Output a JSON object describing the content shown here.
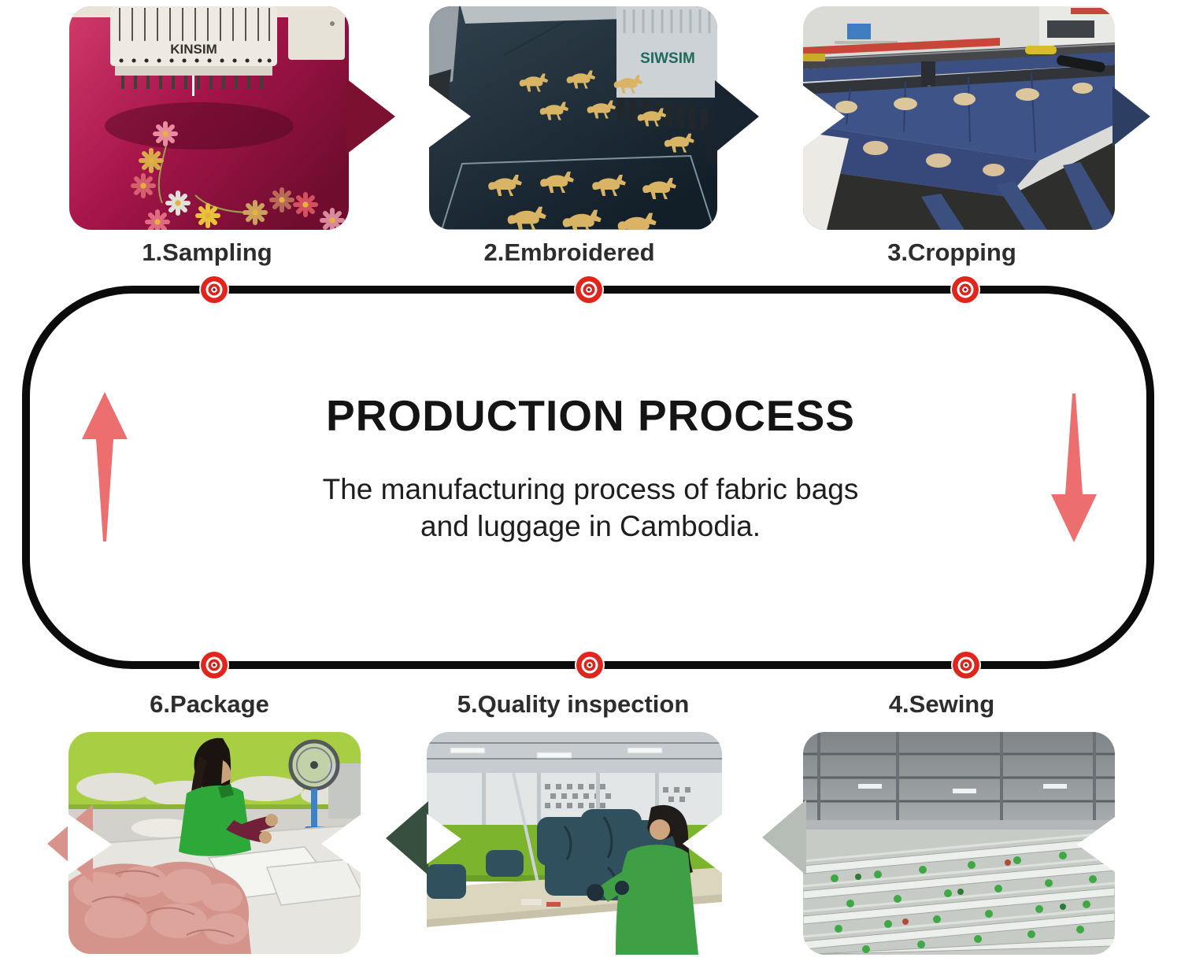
{
  "page": {
    "background": "#ffffff"
  },
  "center": {
    "title": "PRODUCTION PROCESS",
    "subtitle_line1": "The manufacturing process of fabric bags",
    "subtitle_line2": "and luggage in Cambodia."
  },
  "colors": {
    "track_black": "#0b0b0b",
    "marker_red": "#e0251c",
    "arrow_pink": "#ec6e6e",
    "label_text": "#2d2d2d"
  },
  "icons": {
    "marker": "bullseye-target-icon",
    "left_arrow": "arrow-up-icon",
    "right_arrow": "arrow-down-icon"
  },
  "steps": [
    {
      "label": "1.Sampling",
      "photo": "Embroidery machine stitching flower samples on magenta fabric",
      "brand": "KINSIM"
    },
    {
      "label": "2.Embroidered",
      "photo": "Golden horse motifs embroidered on dark navy fabric",
      "brand": "SIWSIM"
    },
    {
      "label": "3.Cropping",
      "photo": "Machine cropping embroidered navy fabric panels"
    },
    {
      "label": "4.Sewing",
      "photo": "Factory hall with rows of sewing stations"
    },
    {
      "label": "5.Quality inspection",
      "photo": "Worker inspecting finished fabric bags"
    },
    {
      "label": "6.Package",
      "photo": "Worker folding fabric and packing goods"
    }
  ]
}
